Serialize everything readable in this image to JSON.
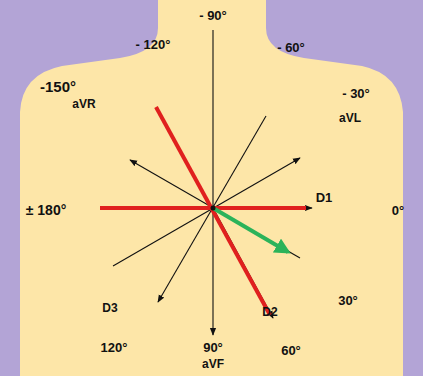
{
  "diagram": {
    "labels": [
      "- 90°",
      "- 120°",
      "- 60°",
      "-150°",
      "aVR",
      "- 30°",
      "aVL",
      "± 180°",
      "D1",
      "0°",
      "30°",
      "D3",
      "D2",
      "120°",
      "90°",
      "aVF",
      "60°"
    ]
  }
}
